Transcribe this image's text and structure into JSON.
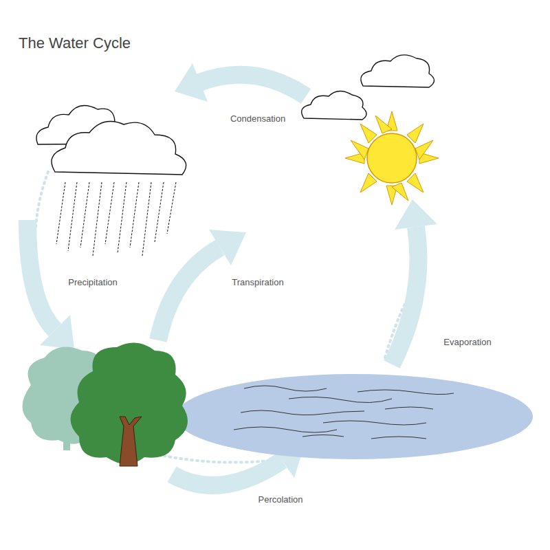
{
  "diagram": {
    "title": "The Water Cycle",
    "labels": [
      "Condensation",
      "Precipitation",
      "Transpiration",
      "Evaporation",
      "Percolation"
    ]
  }
}
